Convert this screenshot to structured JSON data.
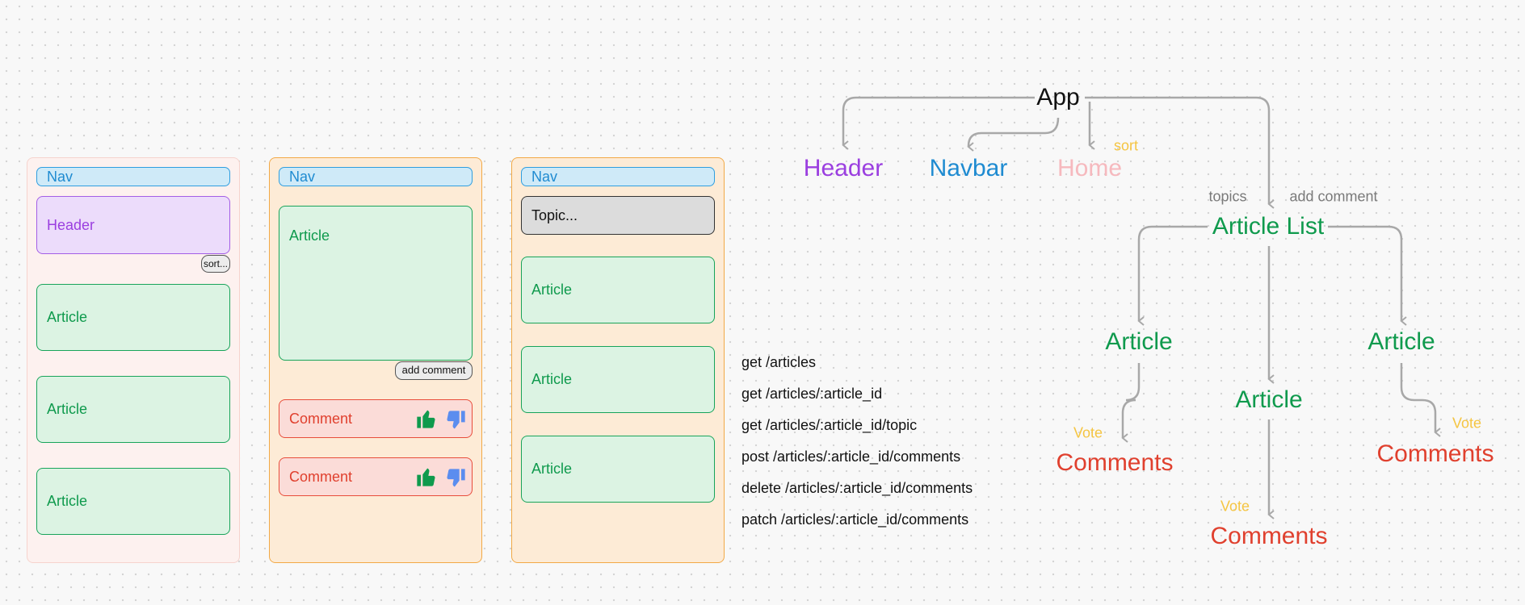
{
  "wireframes": {
    "home": {
      "nav": "Nav",
      "header": "Header",
      "sort_button": "sort...",
      "articles": [
        "Article",
        "Article",
        "Article"
      ]
    },
    "article_page": {
      "nav": "Nav",
      "article": "Article",
      "add_comment_button": "add comment",
      "comments": [
        "Comment",
        "Comment"
      ]
    },
    "topic_page": {
      "nav": "Nav",
      "topic_select": "Topic...",
      "articles": [
        "Article",
        "Article",
        "Article"
      ]
    }
  },
  "endpoints": [
    "get /articles",
    "get /articles/:article_id",
    "get /articles/:article_id/topic",
    "post /articles/:article_id/comments",
    "delete /articles/:article_id/comments",
    "patch /articles/:article_id/comments"
  ],
  "tree": {
    "root": "App",
    "header": "Header",
    "navbar": "Navbar",
    "home": "Home",
    "home_note": "sort",
    "article_list": "Article List",
    "topics_note": "topics",
    "add_comment_note": "add comment",
    "articles": [
      "Article",
      "Article",
      "Article"
    ],
    "comments": [
      "Comments",
      "Comments",
      "Comments"
    ],
    "vote_notes": [
      "Vote",
      "Vote",
      "Vote"
    ]
  },
  "colors": {
    "nav": "#1f8bd1",
    "header": "#9b3fe0",
    "article": "#0f9a4d",
    "comment": "#e0402e",
    "home": "#f6b9be",
    "note": "#f5c542",
    "connector": "#a8a8a8",
    "thumb_up": "#0f9a4d",
    "thumb_down": "#5b8def"
  }
}
